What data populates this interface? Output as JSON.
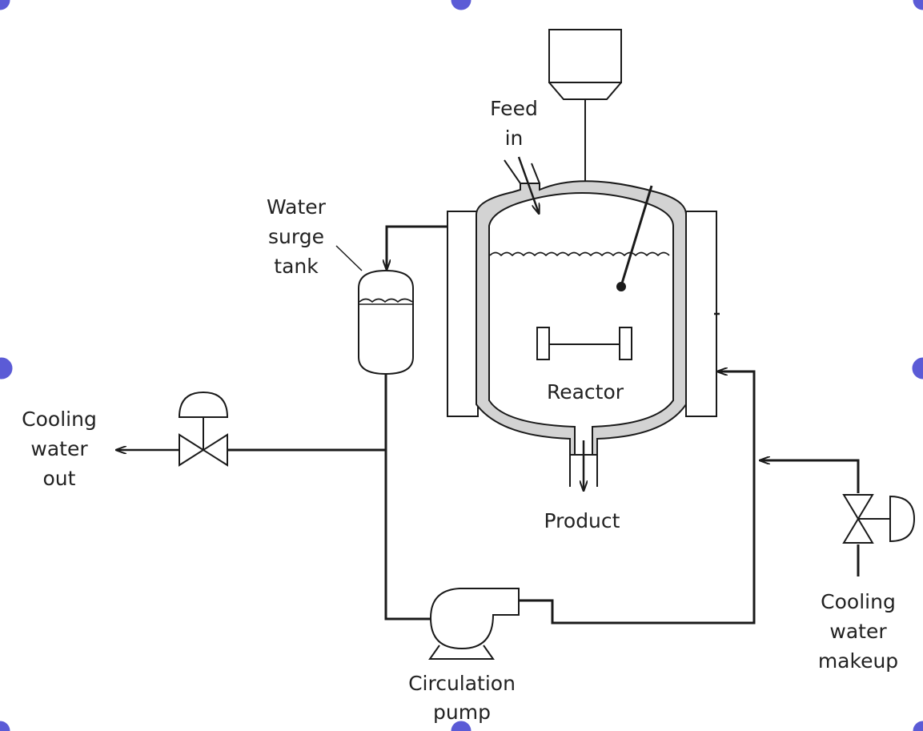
{
  "labels": {
    "feed_in": [
      "Feed",
      "in"
    ],
    "water_surge_tank": [
      "Water",
      "surge",
      "tank"
    ],
    "reactor": "Reactor",
    "product": "Product",
    "cooling_water_out": [
      "Cooling",
      "water",
      "out"
    ],
    "cooling_water_makeup": [
      "Cooling",
      "water",
      "makeup"
    ],
    "circulation_pump": [
      "Circulation",
      "pump"
    ]
  },
  "colors": {
    "line": "#1a1a1a",
    "jacket_fill": "#d3d3d3",
    "handle": "#5b5bd6"
  }
}
